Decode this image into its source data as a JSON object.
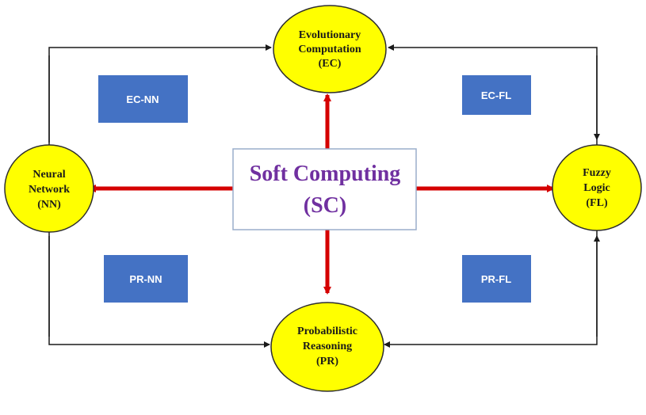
{
  "colors": {
    "node_fill": "#ffff00",
    "node_stroke": "#2e2e2e",
    "box_fill": "#4472c4",
    "center_text": "#7030a0",
    "center_border": "#9aaecb",
    "red_arrow": "#d50000",
    "connector": "#1a1a1a"
  },
  "center": {
    "title": "Soft Computing",
    "subtitle": "(SC)"
  },
  "nodes": {
    "ec": {
      "line1": "Evolutionary",
      "line2": "Computation",
      "line3": "(EC)"
    },
    "nn": {
      "line1": "Neural",
      "line2": "Network",
      "line3": "(NN)"
    },
    "fl": {
      "line1": "Fuzzy",
      "line2": "Logic",
      "line3": "(FL)"
    },
    "pr": {
      "line1": "Probabilistic",
      "line2": "Reasoning",
      "line3": "(PR)"
    }
  },
  "boxes": {
    "ec_nn": "EC-NN",
    "ec_fl": "EC-FL",
    "pr_nn": "PR-NN",
    "pr_fl": "PR-FL"
  }
}
